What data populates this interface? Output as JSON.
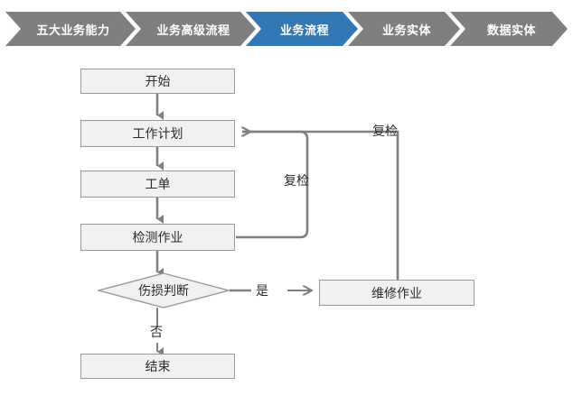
{
  "page": {
    "background": "#ffffff",
    "accent_color": "#3178B4",
    "muted_color": "#7F7F7F",
    "node_fill": "#F1F1F1",
    "node_border": "#9A9A9A",
    "line_color": "#808080"
  },
  "breadcrumb": {
    "name": "business-architecture-breadcrumb",
    "items": [
      {
        "label": "五大业务能力",
        "active": false
      },
      {
        "label": "业务高级流程",
        "active": false
      },
      {
        "label": "业务流程",
        "active": true
      },
      {
        "label": "业务实体",
        "active": false
      },
      {
        "label": "数据实体",
        "active": false
      }
    ]
  },
  "flowchart": {
    "type": "flowchart",
    "nodes": [
      {
        "id": "start",
        "label": "开始",
        "shape": "rect"
      },
      {
        "id": "work_plan",
        "label": "工作计划",
        "shape": "rect"
      },
      {
        "id": "work_order",
        "label": "工单",
        "shape": "rect"
      },
      {
        "id": "inspection",
        "label": "检测作业",
        "shape": "rect"
      },
      {
        "id": "damage",
        "label": "伤损判断",
        "shape": "diamond"
      },
      {
        "id": "repair",
        "label": "维修作业",
        "shape": "rect"
      },
      {
        "id": "end",
        "label": "结束",
        "shape": "rect"
      }
    ],
    "edges": [
      {
        "from": "start",
        "to": "work_plan",
        "label": ""
      },
      {
        "from": "work_plan",
        "to": "work_order",
        "label": ""
      },
      {
        "from": "work_order",
        "to": "inspection",
        "label": ""
      },
      {
        "from": "inspection",
        "to": "damage",
        "label": ""
      },
      {
        "from": "damage",
        "to": "repair",
        "label": "是"
      },
      {
        "from": "damage",
        "to": "end",
        "label": "否"
      },
      {
        "from": "inspection",
        "to": "work_plan",
        "label": "复检"
      },
      {
        "from": "repair",
        "to": "work_plan",
        "label": "复检"
      }
    ],
    "edge_labels": {
      "yes": "是",
      "no": "否",
      "recheck_inner": "复检",
      "recheck_outer": "复检"
    }
  }
}
